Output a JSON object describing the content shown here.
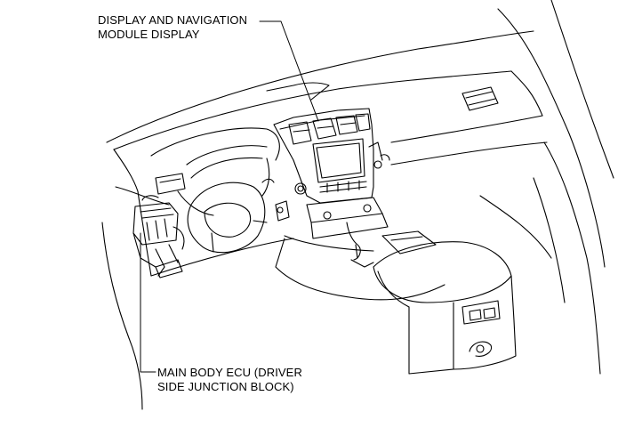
{
  "callouts": {
    "display_module": {
      "line1": "DISPLAY AND NAVIGATION",
      "line2": "MODULE DISPLAY"
    },
    "main_body_ecu": {
      "line1": "MAIN BODY ECU (DRIVER",
      "line2": "SIDE JUNCTION BLOCK)"
    }
  },
  "colors": {
    "line": "#000000",
    "background": "#ffffff"
  }
}
